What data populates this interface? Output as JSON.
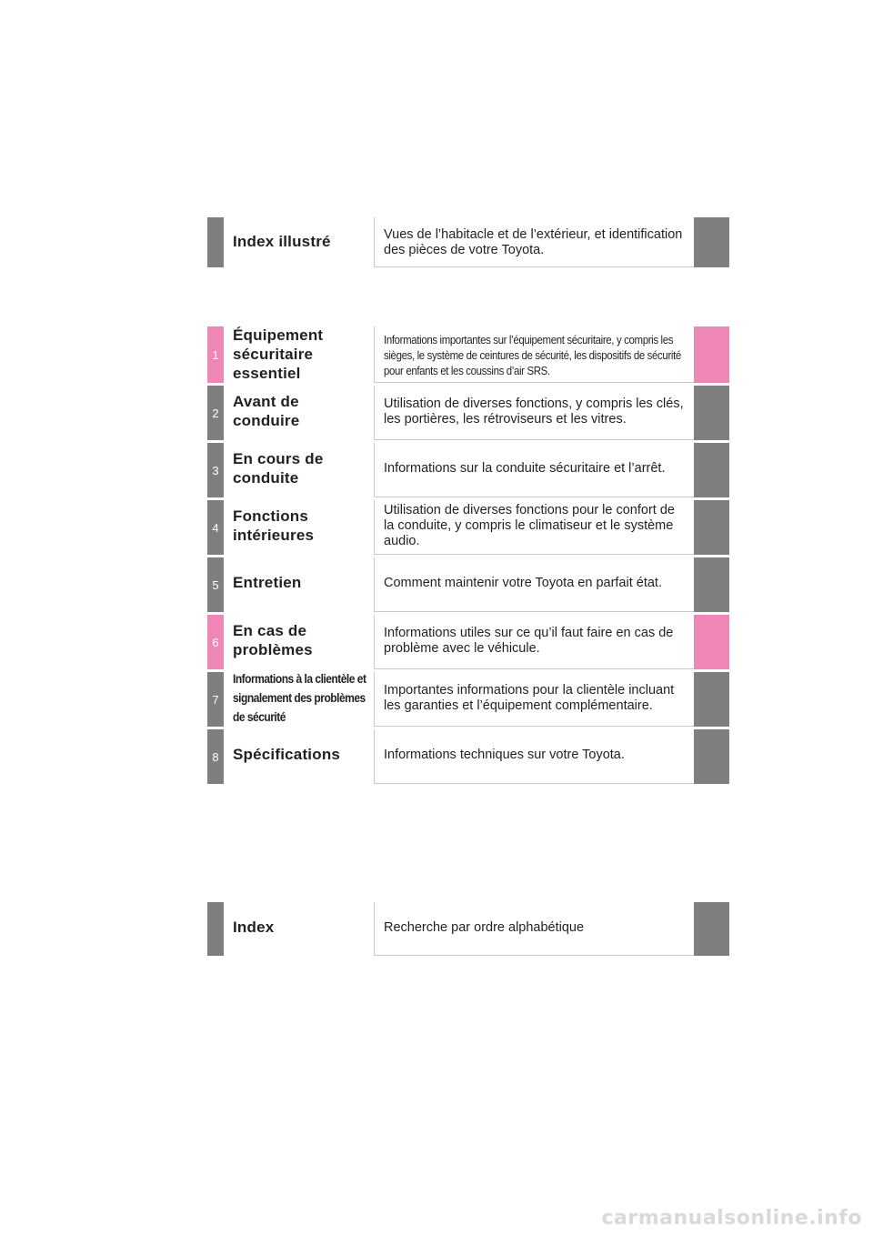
{
  "sections": [
    {
      "number": "",
      "title": "Index illustré",
      "description": "Vues de l’habitacle et de l’extérieur, et identification des pièces de votre Toyota.",
      "accent": "#7f7f82"
    },
    {
      "number": "1",
      "title": "Équipement sécuritaire essentiel",
      "description": "Informations importantes sur l’équipement sécuritaire, y compris les sièges, le système de ceintures de sécurité, les dispositifs de sécurité pour enfants et les coussins d’air SRS.",
      "accent": "#ef86b8"
    },
    {
      "number": "2",
      "title": "Avant de conduire",
      "description": "Utilisation de diverses fonctions, y compris les clés, les portières, les rétroviseurs et les vitres.",
      "accent": "#7f7f82"
    },
    {
      "number": "3",
      "title": "En cours de conduite",
      "description": "Informations sur la conduite sécuritaire et l’arrêt.",
      "accent": "#7f7f82"
    },
    {
      "number": "4",
      "title": "Fonctions intérieures",
      "description": "Utilisation de diverses fonctions pour le confort de la conduite, y compris le climatiseur et le système audio.",
      "accent": "#7f7f82"
    },
    {
      "number": "5",
      "title": "Entretien",
      "description": "Comment maintenir votre Toyota en parfait état.",
      "accent": "#7f7f82"
    },
    {
      "number": "6",
      "title": "En cas de problèmes",
      "description": "Informations utiles sur ce qu’il faut faire en cas de problème avec le véhicule.",
      "accent": "#ef86b8"
    },
    {
      "number": "7",
      "title": "Informations à la clientèle et signalement des problèmes de sécurité",
      "description": "Importantes informations pour la clientèle incluant les garanties et l’équipement complémentaire.",
      "accent": "#7f7f82"
    },
    {
      "number": "8",
      "title": "Spécifications",
      "description": "Informations techniques sur votre Toyota.",
      "accent": "#7f7f82"
    },
    {
      "number": "",
      "title": "Index",
      "description": "Recherche par ordre alphabétique",
      "accent": "#7f7f82"
    }
  ],
  "watermark": "carmanualsonline.info"
}
